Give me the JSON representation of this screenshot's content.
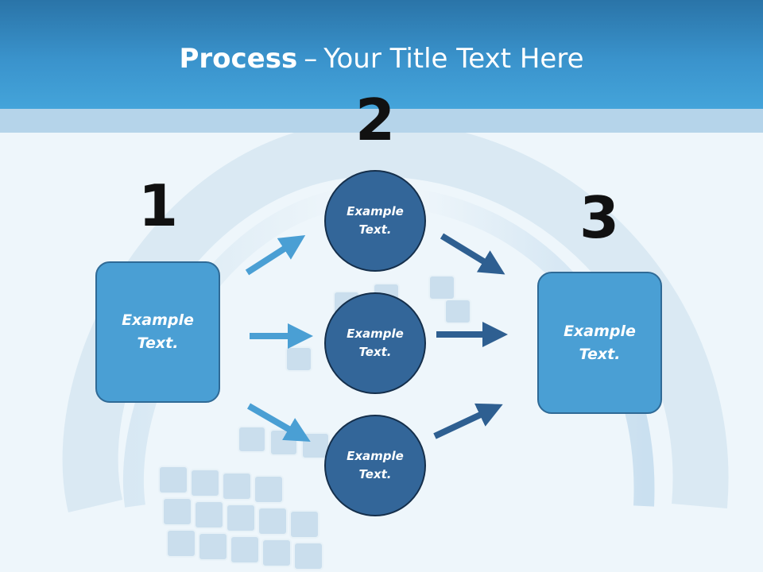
{
  "title": {
    "bold": "Process",
    "dash": "–",
    "rest": "Your Title Text Here"
  },
  "steps": {
    "one": "1",
    "two": "2",
    "three": "3"
  },
  "left_box": {
    "line1": "Example",
    "line2": "Text."
  },
  "circles": [
    {
      "line1": "Example",
      "line2": "Text."
    },
    {
      "line1": "Example",
      "line2": "Text."
    },
    {
      "line1": "Example",
      "line2": "Text."
    }
  ],
  "right_box": {
    "line1": "Example",
    "line2": "Text."
  },
  "colors": {
    "header": "#3a93cc",
    "box_fill": "#4a9fd4",
    "circle_fill": "#336699",
    "arrow_light": "#4a9fd4",
    "arrow_dark": "#2e5f91"
  }
}
